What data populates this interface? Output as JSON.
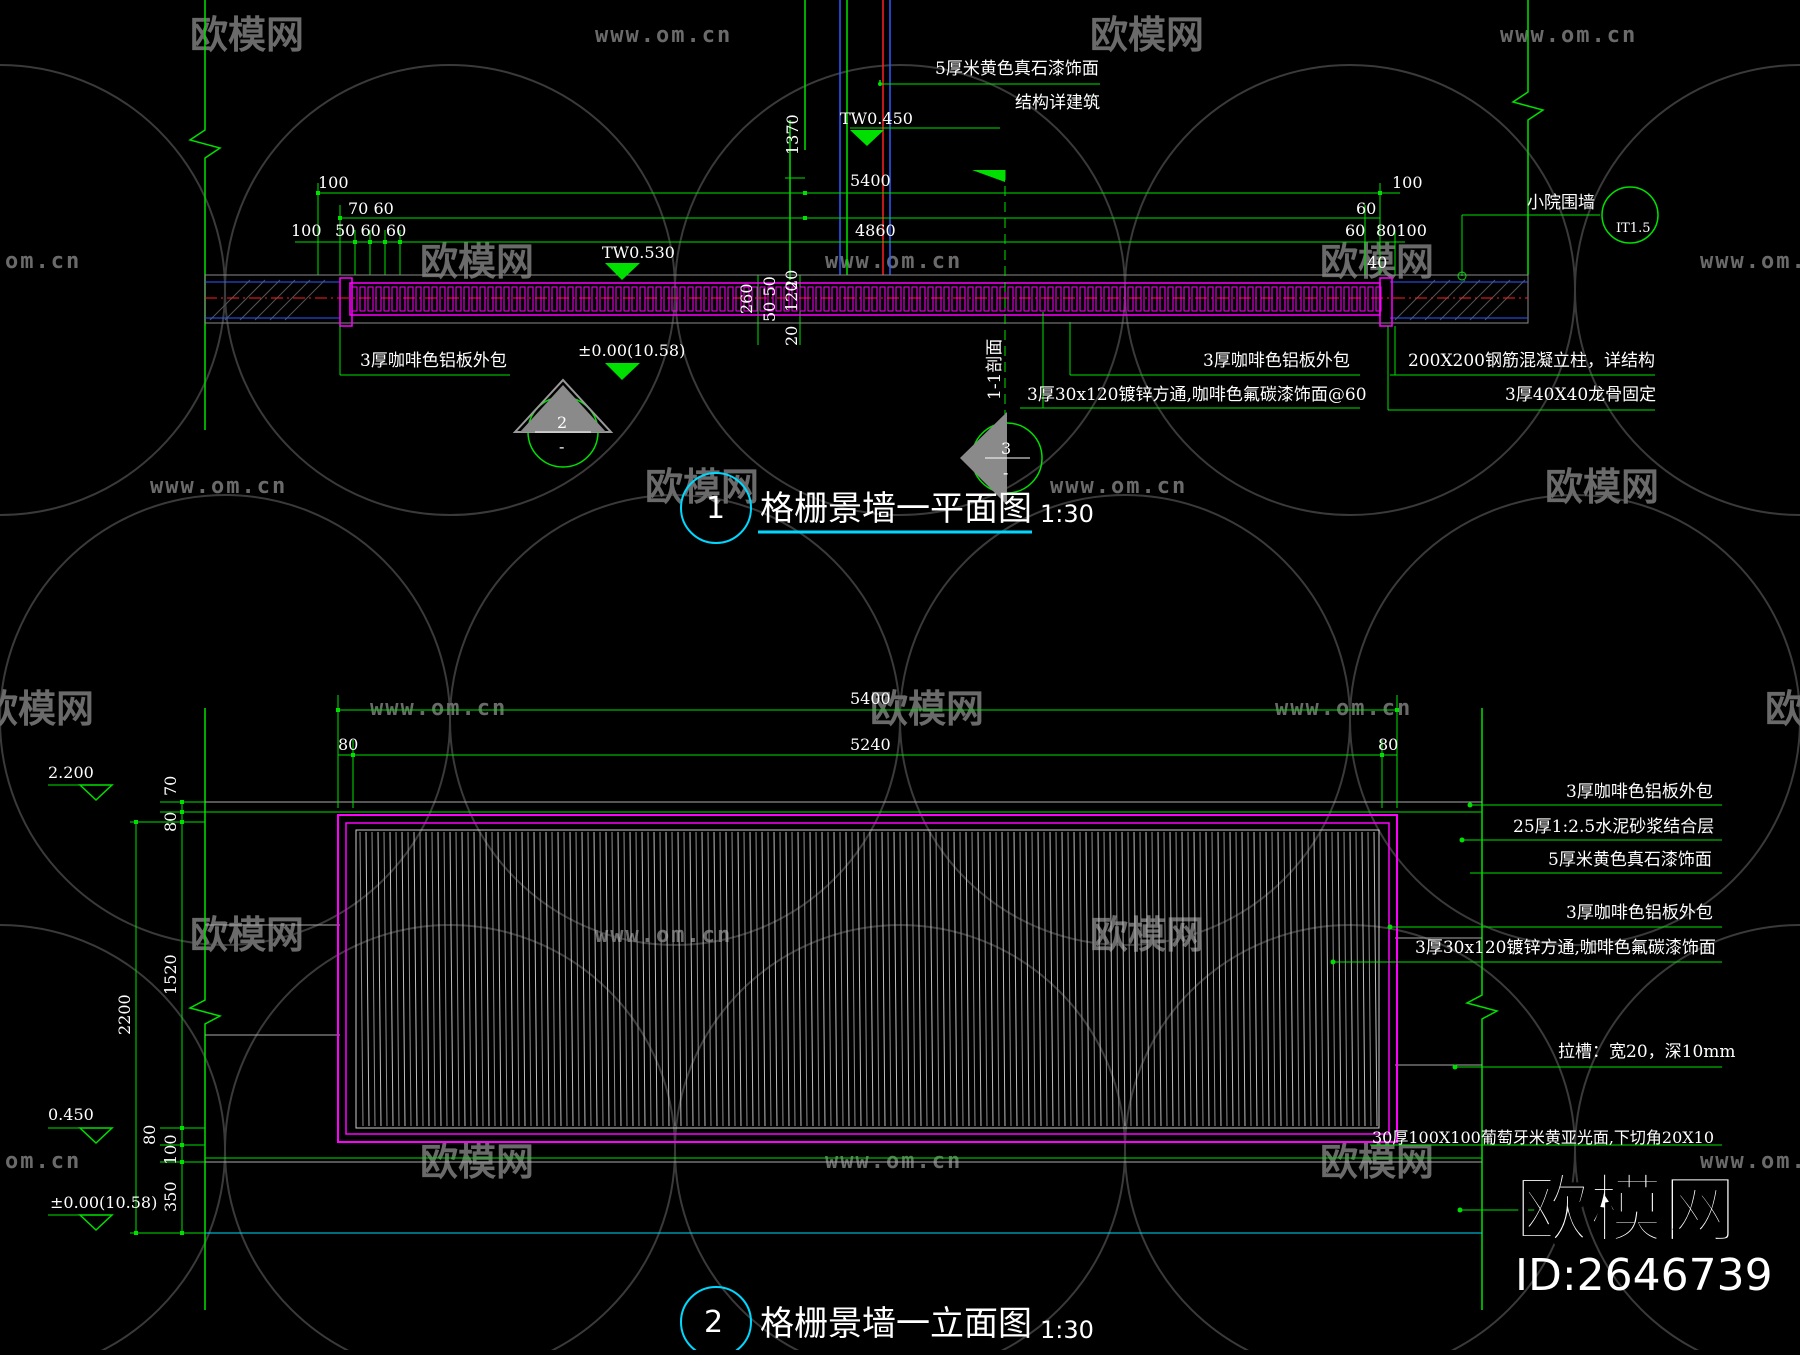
{
  "watermark": {
    "logo": "欧模网",
    "url": "www.om.cn",
    "partial_url": "om.cn",
    "partial_logo": "欧模网"
  },
  "brand": {
    "name": "欧模网",
    "id": "ID:2646739"
  },
  "plan": {
    "number": "1",
    "title": "格栅景墙一平面图",
    "scale": "1:30",
    "elevations": [
      "TW0.450",
      "TW0.530",
      "±0.00(10.58)"
    ],
    "dims_top": {
      "d100_left": "100",
      "d70_60": "70 60",
      "d100_left2": "100",
      "d50_60_60": "50 60 60",
      "d5400": "5400",
      "d4860": "4860",
      "d100_right": "100",
      "d60a": "60",
      "d60b": "60",
      "d80_100": "80100",
      "d40": "40",
      "d1370": "1370"
    },
    "dims_side": {
      "d260": "260",
      "d50_50": "50 50",
      "d20a": "20",
      "d120": "120",
      "d20b": "20"
    },
    "labels": {
      "stone_paint": "5厚米黄色真石漆饰面",
      "structure_ref": "结构详建筑",
      "yard_wall": "小院围墙",
      "alu_left": "3厚咖啡色铝板外包",
      "alu_right": "3厚咖啡色铝板外包",
      "tube": "3厚30x120镀锌方通,咖啡色氟碳漆饰面@60",
      "column": "200X200钢筋混凝立柱，详结构",
      "keel": "3厚40X40龙骨固定",
      "section_mark": "1-1剖面"
    },
    "callouts": {
      "c2_num": "2",
      "c2_sub": "-",
      "c3_num": "3",
      "c3_sub": "-",
      "ref_ring": "IT1.5"
    }
  },
  "elev": {
    "number": "2",
    "title": "格栅景墙一立面图",
    "scale": "1:30",
    "levels": [
      "2.200",
      "0.450",
      "±0.00(10.58)"
    ],
    "dims_top": {
      "total": "5400",
      "left": "80",
      "mid": "5240",
      "right": "80"
    },
    "dims_side": {
      "d70": "70",
      "d80a": "80",
      "d1520": "1520",
      "d2200": "2200",
      "d80b": "80",
      "d100": "100",
      "d350": "350"
    },
    "labels": {
      "l1": "3厚咖啡色铝板外包",
      "l2": "25厚1:2.5水泥砂浆结合层",
      "l3": "5厚米黄色真石漆饰面",
      "l4": "3厚咖啡色铝板外包",
      "l5": "3厚30x120镀锌方通,咖啡色氟碳漆饰面",
      "l6": "拉槽：宽20，深10mm",
      "l7": "30厚100X100葡萄牙米黄亚光面,下切角20X10"
    }
  },
  "colors": {
    "green": "#00e000",
    "magenta": "#ff00ff",
    "cyan": "#00d8ff",
    "watermark": "#6a6a6a"
  }
}
